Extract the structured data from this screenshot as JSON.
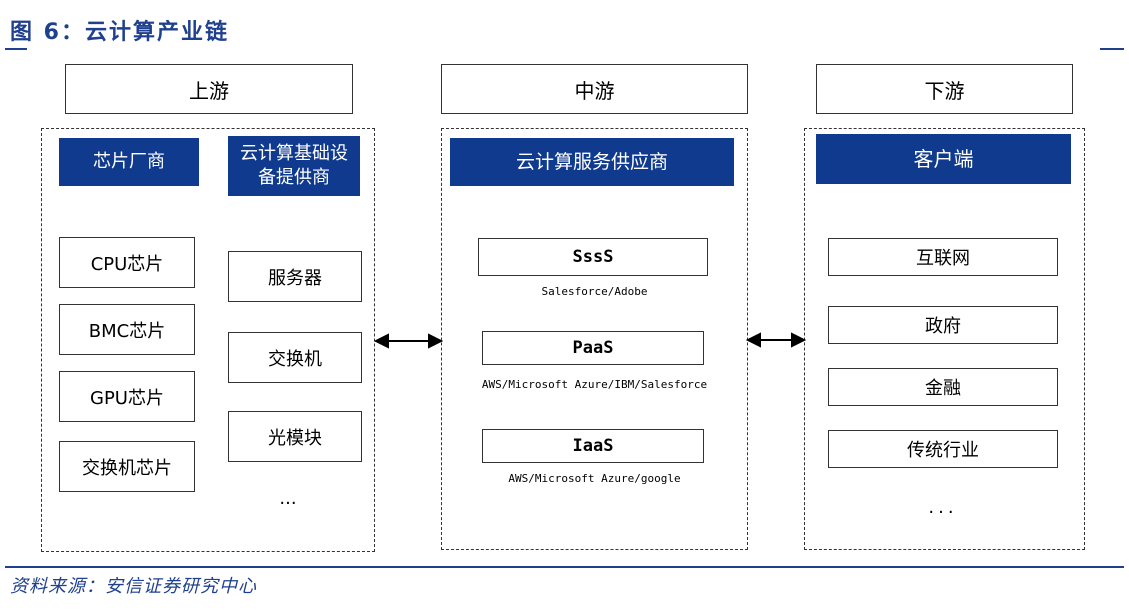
{
  "figure": {
    "title": "图 6：云计算产业链",
    "source": "资料来源：安信证券研究中心"
  },
  "upstream": {
    "header": "上游",
    "group1_label": "芯片厂商",
    "group2_label": "云计算基础设备提供商",
    "chips": [
      "CPU芯片",
      "BMC芯片",
      "GPU芯片",
      "交换机芯片"
    ],
    "equipment": [
      "服务器",
      "交换机",
      "光模块"
    ],
    "ellipsis": "..."
  },
  "midstream": {
    "header": "中游",
    "label": "云计算服务供应商",
    "services": [
      {
        "name": "SssS",
        "vendors": "Salesforce/Adobe"
      },
      {
        "name": "PaaS",
        "vendors": "AWS/Microsoft Azure/IBM/Salesforce"
      },
      {
        "name": "IaaS",
        "vendors": "AWS/Microsoft Azure/google"
      }
    ]
  },
  "downstream": {
    "header": "下游",
    "label": "客户端",
    "clients": [
      "互联网",
      "政府",
      "金融",
      "传统行业"
    ],
    "ellipsis": "..."
  },
  "colors": {
    "accent_blue": "#0f3a8d",
    "title_blue": "#1f3f8f"
  }
}
